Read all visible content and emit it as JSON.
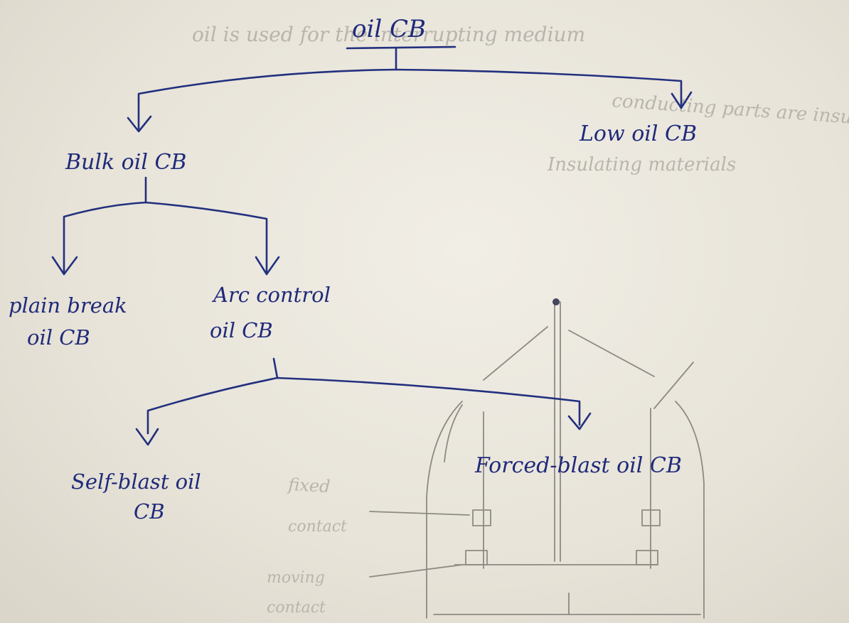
{
  "nodes": {
    "root": "oil CB",
    "bulk": "Bulk oil CB",
    "low": "Low oil CB",
    "plain_line1": "plain break",
    "plain_line2": "oil CB",
    "arc_line1": "Arc control",
    "arc_line2": "oil CB",
    "self_line1": "Self-blast oil",
    "self_line2": "CB",
    "forced": "Forced-blast oil CB"
  },
  "bleed_through": {
    "line1": "oil is used for the interrupting medium",
    "line2": "conducting parts are insulated by air",
    "line3": "Insulating materials",
    "sketch_label1": "fixed",
    "sketch_label2": "contact",
    "sketch_label3": "moving",
    "sketch_label4": "contact"
  },
  "colors": {
    "ink": "#22307e",
    "pencil": "#8d8a84",
    "paper": "#e9e6dc"
  }
}
